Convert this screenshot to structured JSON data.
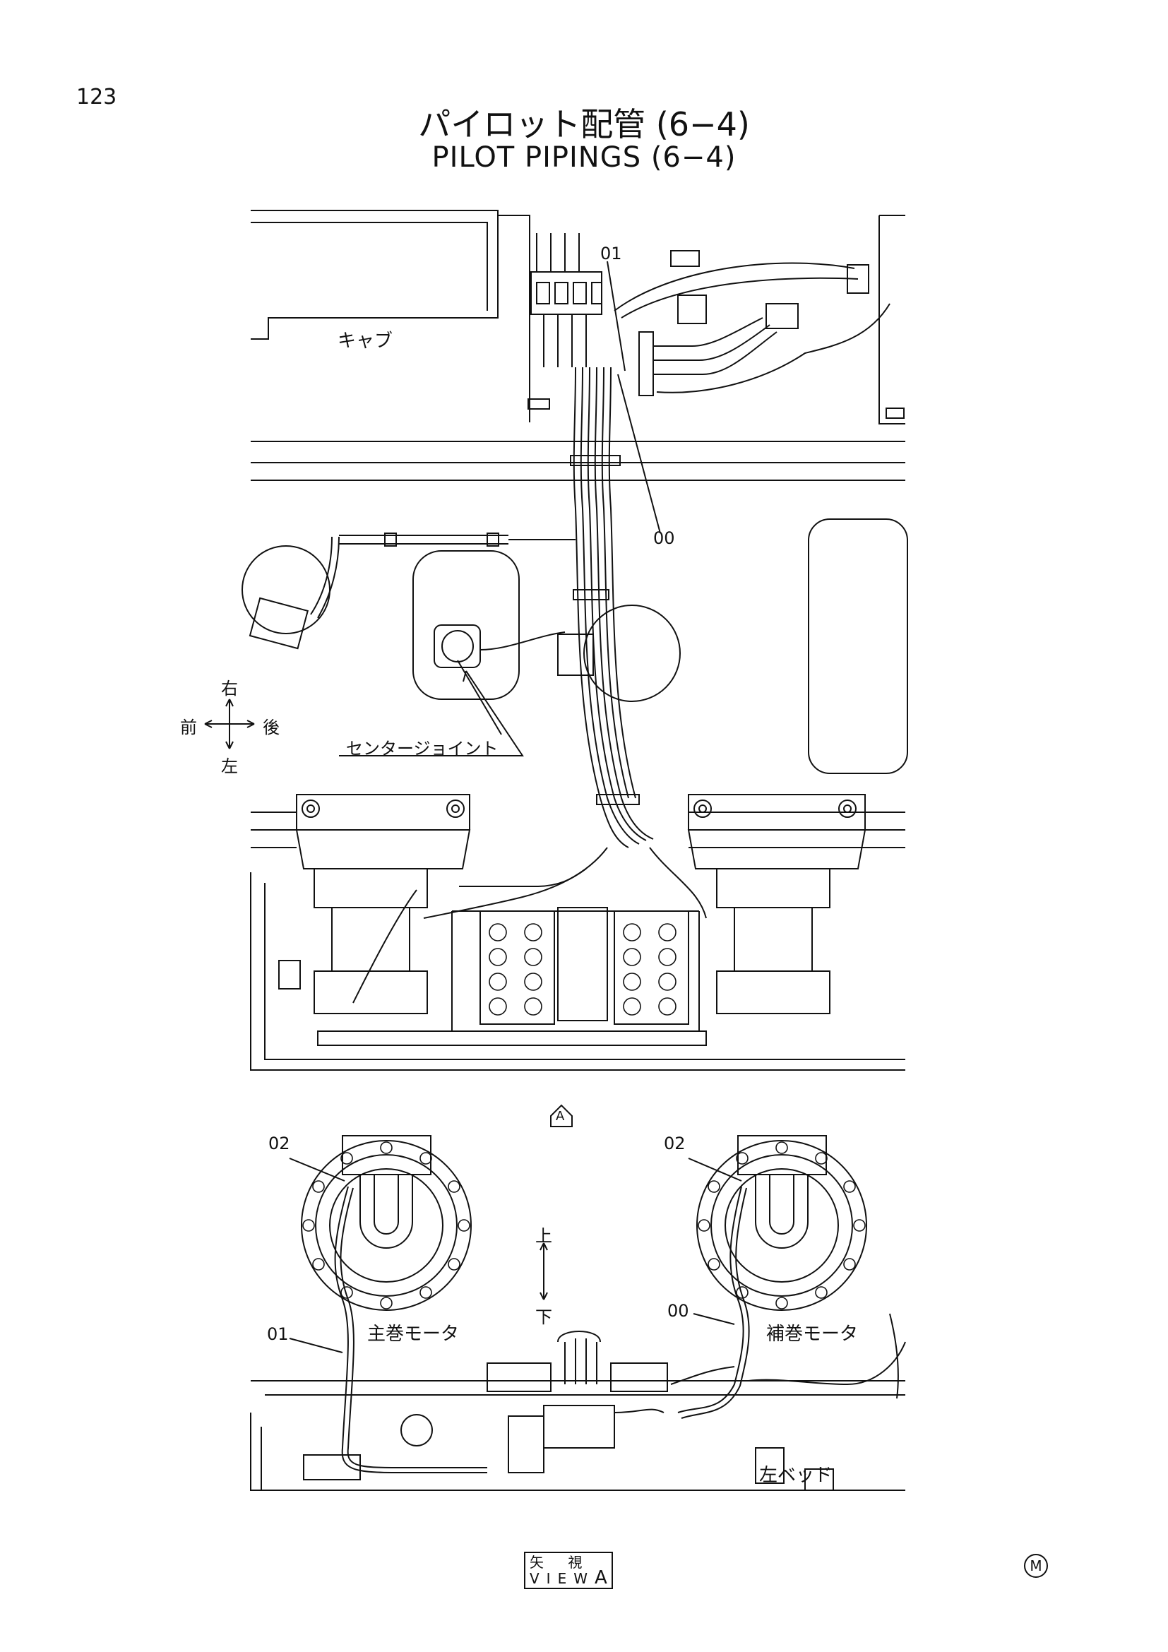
{
  "page": {
    "number": "123"
  },
  "title": {
    "jp": "パイロット配管 (6−4)",
    "en": "PILOT PIPINGS (6−4)"
  },
  "labels": {
    "cab": "キャブ",
    "center_joint": "センタージョイント",
    "main_winch_motor": "主巻モータ",
    "aux_winch_motor": "補巻モータ",
    "left_bed": "左ベッド",
    "view_a_jp": "矢 視",
    "view_a_en": "VIEW",
    "view_letter": "A",
    "view_marker": "A",
    "symbol_m": "M"
  },
  "directions": {
    "right": "右",
    "front": "前",
    "rear": "後",
    "left": "左",
    "up": "上",
    "down": "下"
  },
  "callouts": {
    "c01_top": "01",
    "c00_top": "00",
    "c02_left": "02",
    "c02_right": "02",
    "c01_bottom": "01",
    "c00_bottom": "00"
  }
}
